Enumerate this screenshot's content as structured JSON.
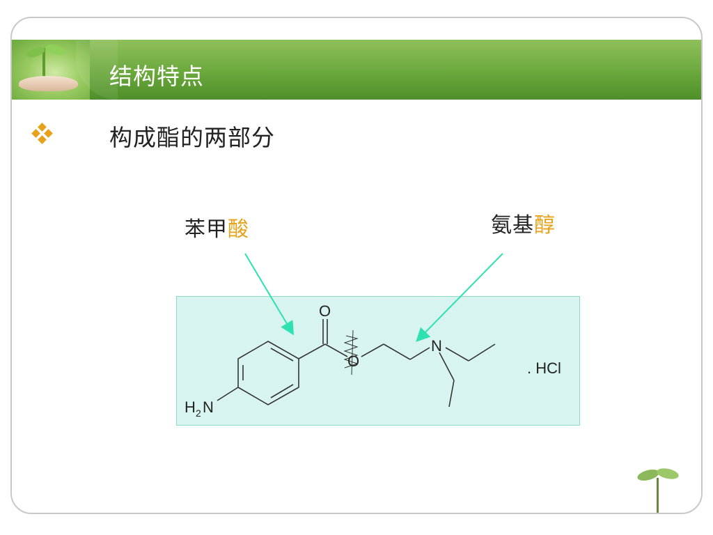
{
  "slide": {
    "title": "结构特点",
    "bullet_text": "构成酯的两部分",
    "label_acid": {
      "prefix": "苯甲",
      "highlight": "酸"
    },
    "label_alcohol": {
      "prefix": "氨基",
      "highlight": "醇"
    }
  },
  "molecule": {
    "atom_o_carbonyl": "O",
    "atom_o_ester": "O",
    "atom_n": "N",
    "amine_h": "H",
    "amine_sub": "2",
    "amine_n": "N",
    "salt": ". HCl"
  },
  "colors": {
    "header_green": "#6aa83c",
    "highlight": "#e8a21a",
    "arrow": "#2fe0b0",
    "molecule_bg": "#d8f4f0"
  },
  "icons": {
    "bullet": "four-diamond-icon",
    "header_image": "sprout-in-hand-icon",
    "corner_image": "sprout-icon"
  }
}
